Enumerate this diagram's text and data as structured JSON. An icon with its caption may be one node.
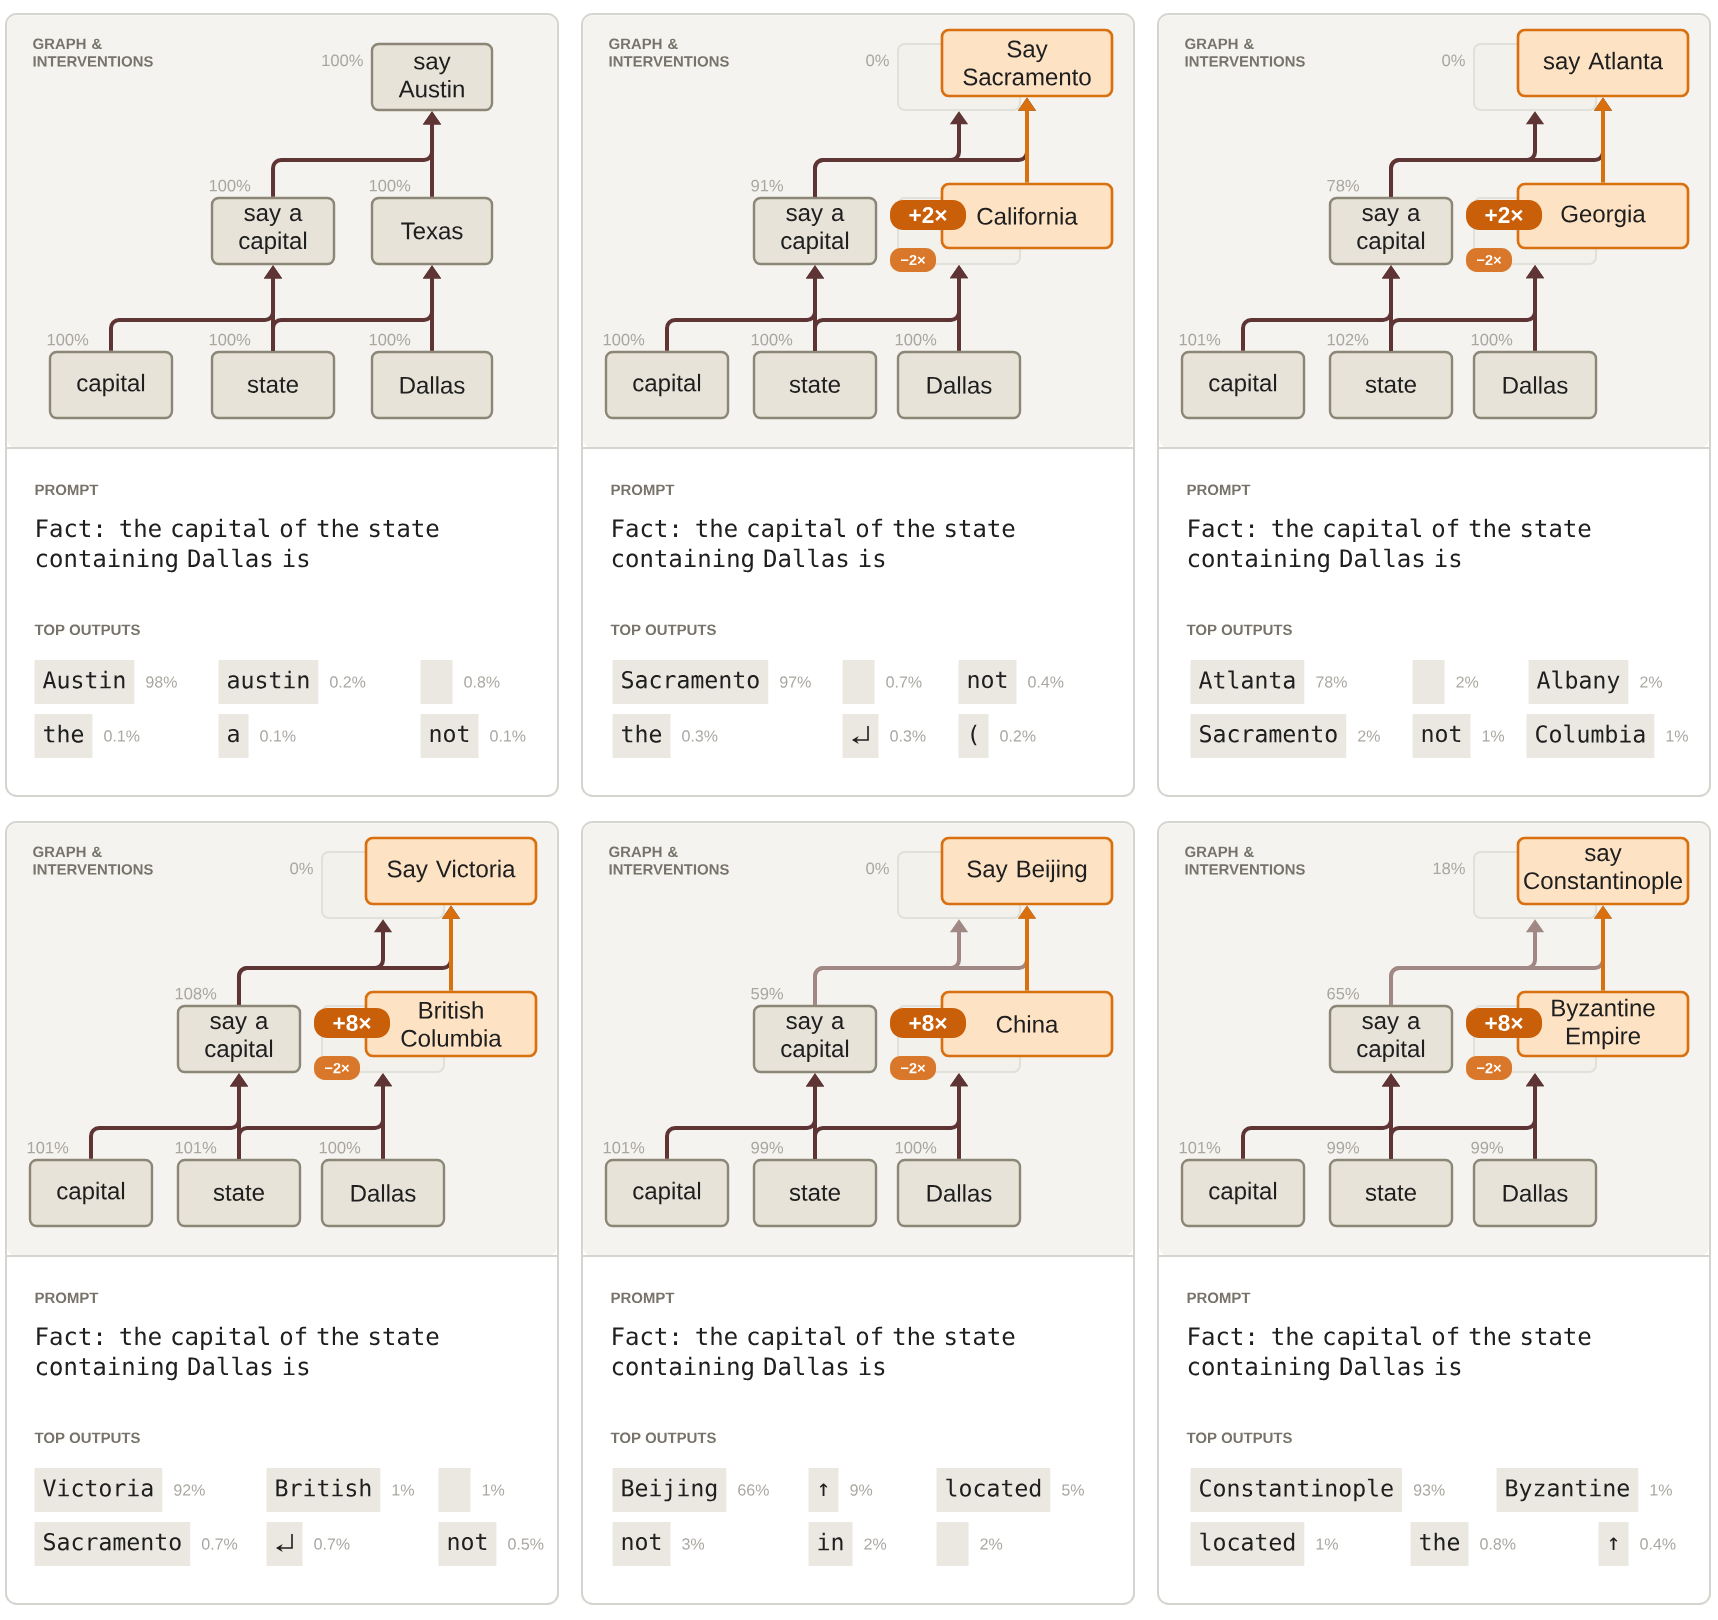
{
  "diagram": {
    "nodes": [
      {
        "text": [
          "say Austin"
        ],
        "beside": [
          "100%"
        ]
      },
      {
        "text": [
          "say a capital"
        ],
        "beside": [
          "100%"
        ]
      },
      {
        "text": [
          "Texas"
        ],
        "beside": [
          "100%"
        ]
      },
      {
        "text": [
          "capital"
        ],
        "beside": [
          "100%"
        ]
      },
      {
        "text": [
          "state"
        ],
        "beside": [
          "100%"
        ]
      },
      {
        "text": [
          "Dallas"
        ],
        "beside": [
          "100%"
        ]
      },
      {
        "text": [],
        "shape": "box",
        "beside": [
          "0%"
        ]
      },
      {
        "text": [
          "Say Sacramento"
        ]
      },
      {
        "text": [
          "say a capital"
        ],
        "beside": [
          "91%"
        ]
      },
      {
        "text": [
          "+2×"
        ]
      },
      {
        "text": [],
        "shape": "box"
      },
      {
        "text": [
          "California"
        ]
      },
      {
        "text": [
          "−2×"
        ]
      },
      {
        "text": [
          "capital"
        ],
        "beside": [
          "100%"
        ]
      },
      {
        "text": [
          "state"
        ],
        "beside": [
          "100%"
        ]
      },
      {
        "text": [
          "Dallas"
        ],
        "beside": [
          "100%"
        ]
      },
      {
        "text": [],
        "shape": "box",
        "beside": [
          "0%"
        ]
      },
      {
        "text": [
          "say Atlanta"
        ]
      },
      {
        "text": [
          "say a capital"
        ],
        "beside": [
          "78%"
        ]
      },
      {
        "text": [
          "+2×"
        ]
      },
      {
        "text": [],
        "shape": "box"
      },
      {
        "text": [
          "Georgia"
        ]
      },
      {
        "text": [
          "−2×"
        ]
      },
      {
        "text": [
          "capital"
        ],
        "beside": [
          "101%"
        ]
      },
      {
        "text": [
          "state"
        ],
        "beside": [
          "102%"
        ]
      },
      {
        "text": [
          "Dallas"
        ],
        "beside": [
          "100%"
        ]
      },
      {
        "text": [],
        "shape": "box",
        "beside": [
          "0%"
        ]
      },
      {
        "text": [
          "Say Victoria"
        ]
      },
      {
        "text": [
          "say a capital"
        ],
        "beside": [
          "108%"
        ]
      },
      {
        "text": [
          "+8×"
        ]
      },
      {
        "text": [],
        "shape": "box"
      },
      {
        "text": [
          "British Columbia"
        ]
      },
      {
        "text": [
          "−2×"
        ]
      },
      {
        "text": [
          "capital"
        ],
        "beside": [
          "101%"
        ]
      },
      {
        "text": [
          "state"
        ],
        "beside": [
          "101%"
        ]
      },
      {
        "text": [
          "Dallas"
        ],
        "beside": [
          "100%"
        ]
      },
      {
        "text": [],
        "shape": "box",
        "beside": [
          "0%"
        ]
      },
      {
        "text": [
          "Say Beijing"
        ]
      },
      {
        "text": [
          "say a capital"
        ],
        "beside": [
          "59%"
        ]
      },
      {
        "text": [
          "+8×"
        ]
      },
      {
        "text": [],
        "shape": "box"
      },
      {
        "text": [
          "China"
        ]
      },
      {
        "text": [
          "−2×"
        ]
      },
      {
        "text": [
          "capital"
        ],
        "beside": [
          "101%"
        ]
      },
      {
        "text": [
          "state"
        ],
        "beside": [
          "99%"
        ]
      },
      {
        "text": [
          "Dallas"
        ],
        "beside": [
          "100%"
        ]
      },
      {
        "text": [],
        "shape": "box",
        "beside": [
          "18%"
        ]
      },
      {
        "text": [
          "say Constantinople"
        ]
      },
      {
        "text": [
          "say a capital"
        ],
        "beside": [
          "65%"
        ]
      },
      {
        "text": [
          "+8×"
        ]
      },
      {
        "text": [],
        "shape": "box"
      },
      {
        "text": [
          "Byzantine Empire"
        ]
      },
      {
        "text": [
          "−2×"
        ]
      },
      {
        "text": [
          "capital"
        ],
        "beside": [
          "101%"
        ]
      },
      {
        "text": [
          "state"
        ],
        "beside": [
          "99%"
        ]
      },
      {
        "text": [
          "Dallas"
        ],
        "beside": [
          "99%"
        ]
      }
    ],
    "edges": [
      {
        "from": 3,
        "to": 1,
        "arrow": "to"
      },
      {
        "from": 4,
        "to": 1,
        "arrow": "to"
      },
      {
        "from": 4,
        "to": 2,
        "arrow": "to"
      },
      {
        "from": 5,
        "to": 2,
        "arrow": "to"
      },
      {
        "from": 1,
        "to": 0,
        "arrow": "to"
      },
      {
        "from": 2,
        "to": 0,
        "arrow": "to"
      },
      {
        "from": 13,
        "to": 8,
        "arrow": "to"
      },
      {
        "from": 14,
        "to": 8,
        "arrow": "to"
      },
      {
        "from": 14,
        "to": 10,
        "arrow": "to"
      },
      {
        "from": 15,
        "to": 10,
        "arrow": "to"
      },
      {
        "from": 8,
        "to": 6,
        "arrow": "to"
      },
      {
        "from": 8,
        "to": 7,
        "arrow": "to"
      },
      {
        "from": 11,
        "to": 7,
        "arrow": "to",
        "color": "#d9700f"
      },
      {
        "from": 23,
        "to": 18,
        "arrow": "to"
      },
      {
        "from": 24,
        "to": 18,
        "arrow": "to"
      },
      {
        "from": 24,
        "to": 20,
        "arrow": "to"
      },
      {
        "from": 25,
        "to": 20,
        "arrow": "to"
      },
      {
        "from": 18,
        "to": 16,
        "arrow": "to"
      },
      {
        "from": 18,
        "to": 17,
        "arrow": "to"
      },
      {
        "from": 21,
        "to": 17,
        "arrow": "to",
        "color": "#d9700f"
      },
      {
        "from": 33,
        "to": 28,
        "arrow": "to"
      },
      {
        "from": 34,
        "to": 28,
        "arrow": "to"
      },
      {
        "from": 34,
        "to": 30,
        "arrow": "to"
      },
      {
        "from": 35,
        "to": 30,
        "arrow": "to"
      },
      {
        "from": 28,
        "to": 26,
        "arrow": "to"
      },
      {
        "from": 28,
        "to": 27,
        "arrow": "to"
      },
      {
        "from": 31,
        "to": 27,
        "arrow": "to",
        "color": "#d9700f"
      },
      {
        "from": 43,
        "to": 38,
        "arrow": "to"
      },
      {
        "from": 44,
        "to": 38,
        "arrow": "to"
      },
      {
        "from": 44,
        "to": 40,
        "arrow": "to"
      },
      {
        "from": 45,
        "to": 40,
        "arrow": "to"
      },
      {
        "from": 38,
        "to": 36,
        "arrow": "to",
        "color": "#a08884"
      },
      {
        "from": 38,
        "to": 37,
        "arrow": "to",
        "color": "#a08884"
      },
      {
        "from": 41,
        "to": 37,
        "arrow": "to",
        "color": "#d9700f"
      },
      {
        "from": 53,
        "to": 48,
        "arrow": "to"
      },
      {
        "from": 54,
        "to": 48,
        "arrow": "to"
      },
      {
        "from": 54,
        "to": 50,
        "arrow": "to"
      },
      {
        "from": 55,
        "to": 50,
        "arrow": "to"
      },
      {
        "from": 48,
        "to": 46,
        "arrow": "to",
        "color": "#a08884"
      },
      {
        "from": 48,
        "to": 47,
        "arrow": "to",
        "color": "#a08884"
      },
      {
        "from": 51,
        "to": 47,
        "arrow": "to",
        "color": "#d9700f"
      }
    ],
    "labels": [
      "GRAPH & INTERVENTIONS",
      "PROMPT",
      "Fact: the capital of the state containing Dallas is",
      "TOP OUTPUTS",
      "Austin",
      "98%",
      "austin",
      "0.2%",
      "0.8%",
      "the",
      "0.1%",
      "a",
      "0.1%",
      "not",
      "0.1%",
      "GRAPH & INTERVENTIONS",
      "PROMPT",
      "Fact: the capital of the state containing Dallas is",
      "TOP OUTPUTS",
      "Sacramento",
      "97%",
      "0.7%",
      "not",
      "0.4%",
      "the",
      "0.3%",
      "0.3%",
      "(",
      "0.2%",
      "GRAPH & INTERVENTIONS",
      "PROMPT",
      "Fact: the capital of the state containing Dallas is",
      "TOP OUTPUTS",
      "Atlanta",
      "78%",
      "2%",
      "Albany",
      "2%",
      "Sacramento",
      "2%",
      "not",
      "1%",
      "Columbia",
      "1%",
      "GRAPH & INTERVENTIONS",
      "PROMPT",
      "Fact: the capital of the state containing Dallas is",
      "TOP OUTPUTS",
      "Victoria",
      "92%",
      "British",
      "1%",
      "1%",
      "Sacramento",
      "0.7%",
      "0.7%",
      "not",
      "0.5%",
      "GRAPH & INTERVENTIONS",
      "PROMPT",
      "Fact: the capital of the state containing Dallas is",
      "TOP OUTPUTS",
      "Beijing",
      "66%",
      "↑",
      "9%",
      "located",
      "5%",
      "not",
      "3%",
      "in",
      "2%",
      "2%",
      "GRAPH & INTERVENTIONS",
      "PROMPT",
      "Fact: the capital of the state containing Dallas is",
      "TOP OUTPUTS",
      "Constantinople",
      "93%",
      "Byzantine",
      "1%",
      "located",
      "1%",
      "the",
      "0.8%",
      "↑",
      "0.4%"
    ]
  }
}
